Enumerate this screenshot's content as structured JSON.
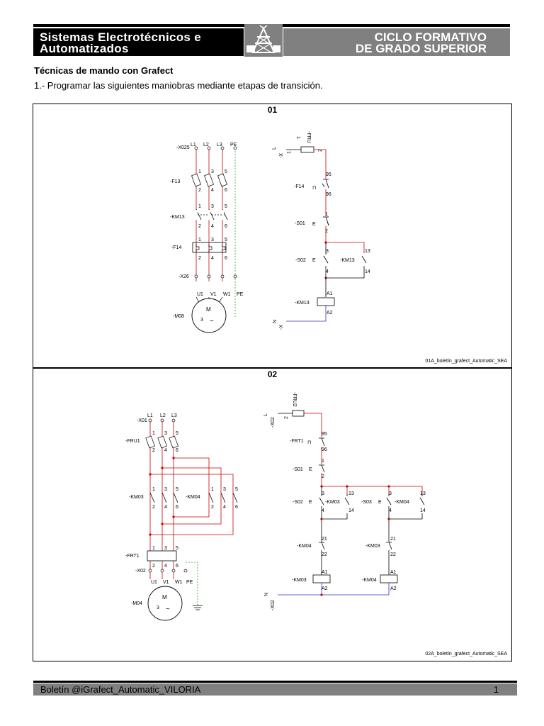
{
  "header": {
    "left_line1": "Sistemas Electrotécnicos e",
    "left_line2": "Automatizados",
    "right_line1": "CICLO FORMATIVO",
    "right_line2": "DE GRADO SUPERIOR",
    "logo_icon": "electrical-tower-icon"
  },
  "subtitle": "Técnicas de mando con Grafect",
  "instruction": "1.- Programar las siguientes maniobras mediante etapas de transición.",
  "panel1": {
    "number": "01",
    "caption": "01A_boletín_grafect_Automatic_SEA",
    "power": {
      "lines": [
        "L1",
        "L2",
        "L3",
        "PE"
      ],
      "terminal_in": "-X025",
      "fuse": "-F13",
      "contactor": "-KM13",
      "relay": "-F14",
      "terminal_out": "-X26",
      "motor": "-M08",
      "motor_terms": [
        "U1",
        "V1",
        "W1",
        "PE"
      ],
      "motor_symbol": "M",
      "motor_phase": "3",
      "poles_top": [
        "1",
        "3",
        "5"
      ],
      "poles_bottom": [
        "2",
        "4",
        "6"
      ]
    },
    "control": {
      "supply_top": "-X",
      "supply_top_l": "L",
      "supply_top_n": "1",
      "fuse": "-FRU",
      "fuse_num": "1",
      "fuse_out": "2",
      "relay": "-F14",
      "relay_nc": [
        "95",
        "96"
      ],
      "stop": "-S01",
      "stop_nums": [
        "1",
        "2"
      ],
      "start": "-S02",
      "start_nums": [
        "3",
        "4"
      ],
      "hold": "-KM13",
      "hold_nums": [
        "13",
        "14"
      ],
      "coil": "-KM13",
      "coil_nums": [
        "A1",
        "A2"
      ],
      "supply_bottom": "-X",
      "supply_bottom_n": "N"
    }
  },
  "panel2": {
    "number": "02",
    "caption": "02A_boletín_grafect_Automatic_SEA",
    "power": {
      "lines": [
        "L1",
        "L2",
        "L3"
      ],
      "terminal_in": "-X01",
      "fuse": "-FRU1",
      "contactor1": "-KM03",
      "contactor2": "-KM04",
      "relay": "-FRT1",
      "terminal_out": "-X02",
      "motor": "-M04",
      "motor_terms": [
        "U1",
        "V1",
        "W1",
        "PE"
      ],
      "motor_symbol": "M",
      "motor_phase": "3",
      "poles_top": [
        "1",
        "3",
        "5"
      ],
      "poles_bottom": [
        "2",
        "4",
        "6"
      ]
    },
    "control": {
      "supply_top": "-X02",
      "supply_top_l": "L",
      "fuse": "-FRU2",
      "fuse_out": "2",
      "relay": "-FRT1",
      "relay_nc": [
        "95",
        "96"
      ],
      "stop": "-S01",
      "stop_nums": [
        "1",
        "2"
      ],
      "start1": "-S02",
      "start2": "-S03",
      "start_nums": [
        "3",
        "4"
      ],
      "hold1": "-KM03",
      "hold2": "-KM04",
      "hold_nums": [
        "13",
        "14"
      ],
      "interlock1": "-KM04",
      "interlock2": "-KM03",
      "interlock_nums": [
        "21",
        "22"
      ],
      "coil1": "-KM03",
      "coil2": "-KM04",
      "coil_nums": [
        "A1",
        "A2"
      ],
      "supply_bottom": "-X02",
      "supply_bottom_n": "N"
    }
  },
  "footer": {
    "left": "Boletín @iGrafect_Automatic_VILORIA",
    "page": "1"
  }
}
